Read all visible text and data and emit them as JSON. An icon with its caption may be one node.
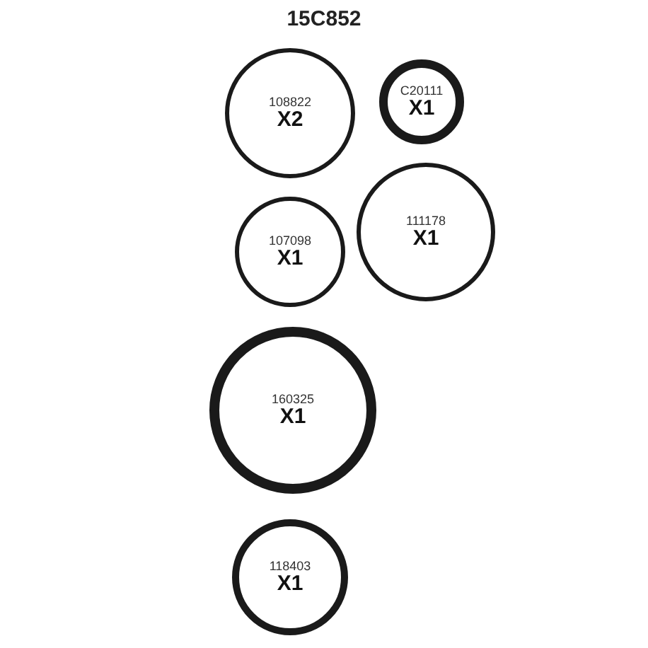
{
  "diagram": {
    "title": "15C852",
    "nodes": [
      {
        "text": [
          "108822",
          "X2"
        ]
      },
      {
        "text": [
          "C20111",
          "X1"
        ]
      },
      {
        "text": [
          "107098",
          "X1"
        ]
      },
      {
        "text": [
          "111178",
          "X1"
        ]
      },
      {
        "text": [
          "160325",
          "X1"
        ]
      },
      {
        "text": [
          "118403",
          "X1"
        ]
      }
    ]
  }
}
